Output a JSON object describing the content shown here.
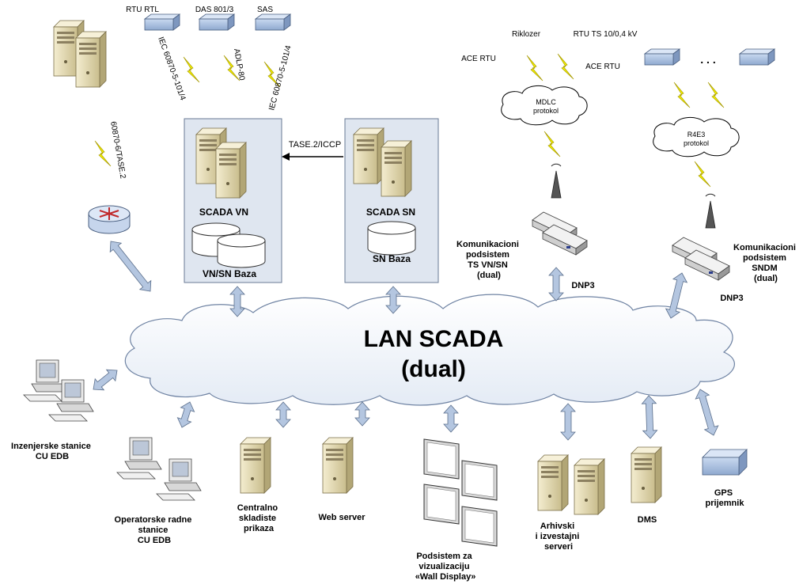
{
  "cloud": {
    "line1": "LAN SCADA",
    "line2": "(dual)"
  },
  "scada_vn": {
    "title": "SCADA VN",
    "db": "VN/SN Baza"
  },
  "scada_sn": {
    "title": "SCADA SN",
    "db": "SN Baza"
  },
  "link_tase": "TASE.2/ICCP",
  "rtus": [
    "RTU RTL",
    "DAS 801/3",
    "SAS"
  ],
  "protocols": [
    "IEC 60870-5-101/4",
    "ADLP-80",
    "IEC 60870-5-101/4"
  ],
  "remote_link": "60870-6/TASE.2",
  "right_top": {
    "riklozer": "Riklozer",
    "rtu_ts": "RTU TS 10/0,4 kV",
    "ace1": "ACE RTU",
    "ace2": "ACE RTU"
  },
  "mdlc": {
    "line1": "MDLC",
    "line2": "protokol"
  },
  "r4e3": {
    "line1": "R4E3",
    "line2": "protokol"
  },
  "dots": ". . .",
  "kom_ts": [
    "Komunikacioni",
    "podsistem",
    "TS VN/SN",
    "(dual)"
  ],
  "kom_sndm": [
    "Komunikacioni",
    "podsistem",
    "SNDM",
    "(dual)"
  ],
  "dnp1": "DNP3",
  "dnp2": "DNP3",
  "inz": [
    "Inzenjerske stanice",
    "CU EDB"
  ],
  "oper": [
    "Operatorske radne",
    "stanice",
    "CU EDB"
  ],
  "cent": [
    "Centralno",
    "skladiste",
    "prikaza"
  ],
  "web": [
    "Web server"
  ],
  "wall": [
    "Podsistem za",
    "vizualizaciju",
    "«Wall Display»"
  ],
  "arh": [
    "Arhivski",
    "i izvestajni",
    "serveri"
  ],
  "dms": [
    "DMS"
  ],
  "gps": [
    "GPS",
    "prijemnik"
  ],
  "colors": {
    "panel": "#dfe6f0",
    "arrow": "#b4c6e0",
    "arrow_stroke": "#5b6f8c",
    "bolt": "#f5f200",
    "server": "#e8dfb6"
  }
}
